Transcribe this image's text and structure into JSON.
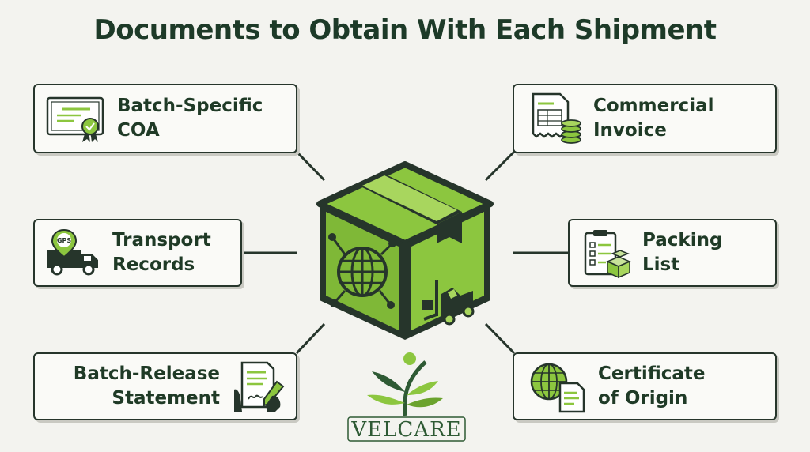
{
  "title": "Documents to Obtain With Each Shipment",
  "cards": {
    "coa": {
      "line1": "Batch-Specific",
      "line2": "COA"
    },
    "invoice": {
      "line1": "Commercial",
      "line2": "Invoice"
    },
    "transport": {
      "line1": "Transport",
      "line2": "Records",
      "gps_text": "GPS"
    },
    "packing": {
      "line1": "Packing",
      "line2": "List"
    },
    "release": {
      "line1": "Batch-Release",
      "line2": "Statement"
    },
    "origin": {
      "line1": "Certificate",
      "line2": "of Origin"
    }
  },
  "logo": {
    "text": "VELCARE"
  },
  "colors": {
    "dark_green": "#1d3a28",
    "accent_green": "#8cc63f",
    "border": "#26352b",
    "background": "#f3f3ef"
  }
}
